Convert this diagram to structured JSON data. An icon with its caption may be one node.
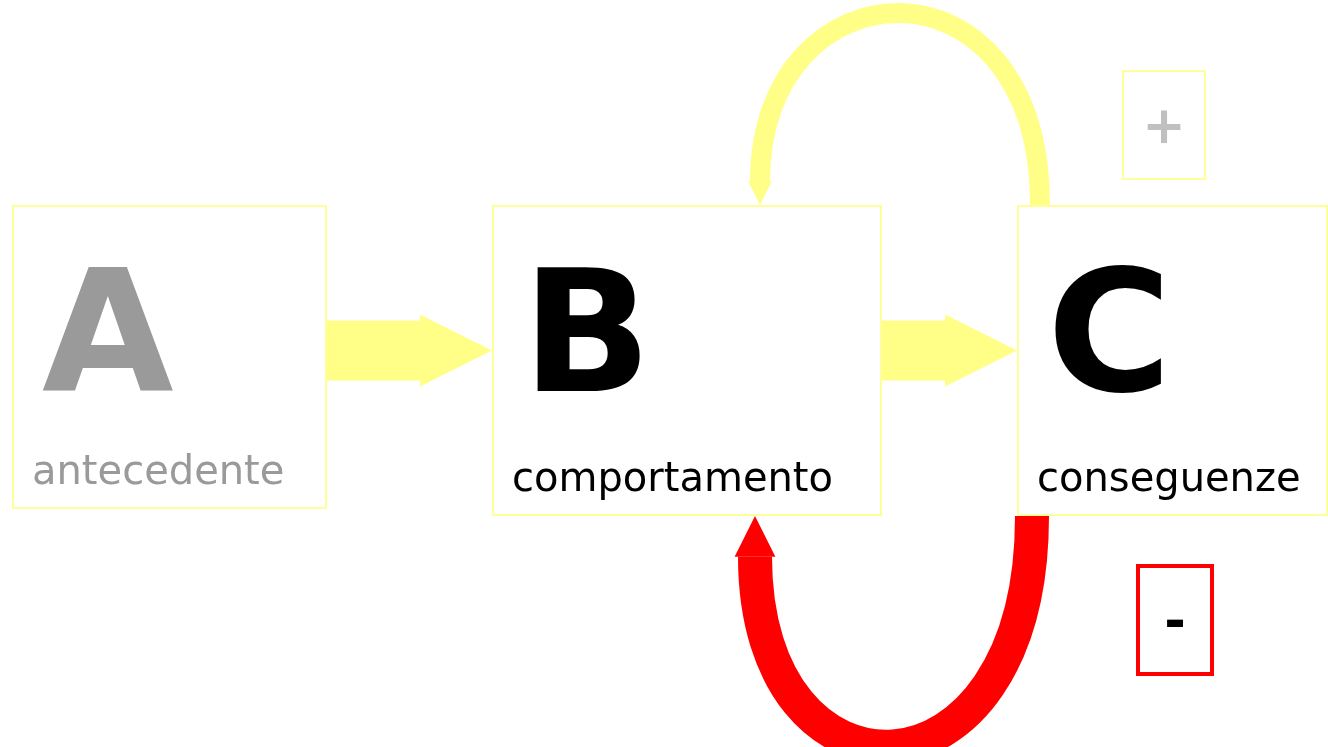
{
  "diagram": {
    "nodes": [
      {
        "text": [
          "A",
          "antecedente"
        ]
      },
      {
        "text": [
          "B",
          "comportamento"
        ]
      },
      {
        "text": [
          "C",
          "conseguenze"
        ]
      },
      {
        "text": [
          "+"
        ]
      },
      {
        "text": [
          "-"
        ]
      }
    ],
    "edges": [
      {
        "from": 0,
        "to": 1,
        "arrow": "to"
      },
      {
        "from": 1,
        "to": 2,
        "arrow": "to"
      },
      {
        "from": 2,
        "to": 1,
        "arrow": "to"
      },
      {
        "from": 2,
        "to": 1,
        "arrow": "to",
        "color": "#ff0000"
      }
    ]
  }
}
